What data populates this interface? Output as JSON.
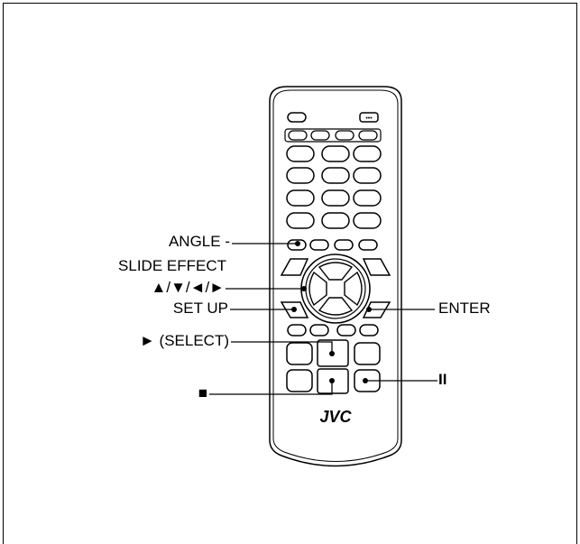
{
  "labels": {
    "angle": "ANGLE -",
    "slide_effect": "SLIDE EFFECT",
    "arrows": "▲/▼/◄/►",
    "set_up": "SET UP",
    "select": "► (SELECT)",
    "stop": "■",
    "enter": "ENTER",
    "pause": "II"
  },
  "remote": {
    "brand": "JVC"
  },
  "colors": {
    "line": "#000000",
    "remote_body": "#ffffff",
    "button_fill": "#ffffff",
    "connector_dot": "#000000"
  }
}
